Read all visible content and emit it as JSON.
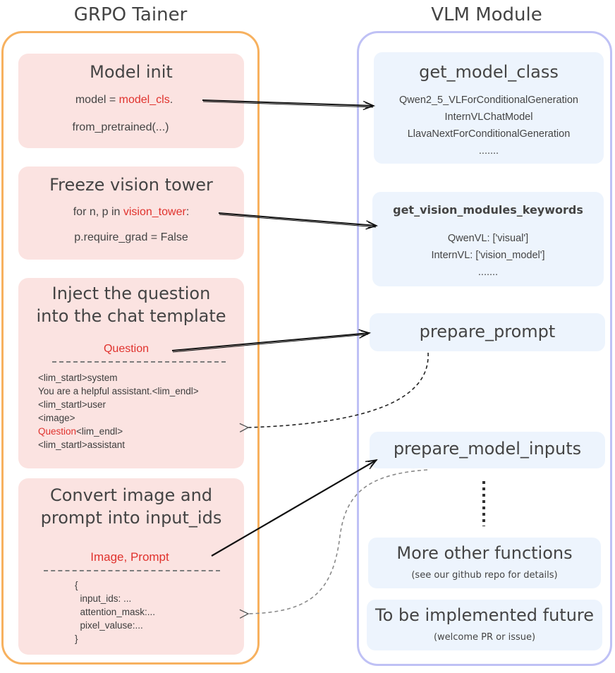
{
  "left_column": {
    "title": "GRPO Tainer",
    "model_init": {
      "title": "Model init",
      "line1_prefix": "model = ",
      "line1_highlight": "model_cls",
      "line1_suffix": ".",
      "line2": "from_pretrained(...)"
    },
    "freeze": {
      "title": "Freeze vision tower",
      "line1_prefix": "for n, p in ",
      "line1_highlight": "vision_tower",
      "line1_suffix": ":",
      "line2": "p.require_grad = False"
    },
    "inject": {
      "title_line1": "Inject the question",
      "title_line2": "into the chat template",
      "label": "Question",
      "code": [
        "<lim_startl>system",
        "You are a helpful assistant.<lim_endl>",
        "<lim_startl>user",
        "<image>"
      ],
      "code_q_highlight": "Question",
      "code_q_suffix": "<lim_endl>",
      "code_last": "<lim_startl>assistant"
    },
    "convert": {
      "title_line1": "Convert image and",
      "title_line2": "prompt into input_ids",
      "label": "Image, Prompt",
      "code": [
        "{",
        "  input_ids: ...",
        "  attention_mask:...",
        "  pixel_valuse:...",
        "}"
      ]
    }
  },
  "right_column": {
    "title": "VLM Module",
    "get_model_class": {
      "title": "get_model_class",
      "items": [
        "Qwen2_5_VLForConditionalGeneration",
        "InternVLChatModel",
        "LlavaNextForConditionalGeneration",
        "......."
      ]
    },
    "get_vision_modules_keywords": {
      "title": "get_vision_modules_keywords",
      "items": [
        "QwenVL: ['visual']",
        "InternVL: ['vision_model']",
        "......."
      ]
    },
    "prepare_prompt": {
      "title": "prepare_prompt"
    },
    "prepare_model_inputs": {
      "title": "prepare_model_inputs"
    },
    "more_functions": {
      "title": "More other functions",
      "note": "(see our github repo for details)"
    },
    "future": {
      "title": "To be implemented future",
      "note": "(welcome PR or issue)"
    }
  },
  "colors": {
    "left_border": "#f7b15f",
    "right_border": "#bfc1f5",
    "left_box": "#fbe3e1",
    "right_box": "#edf4fd",
    "highlight": "#e0322d"
  }
}
